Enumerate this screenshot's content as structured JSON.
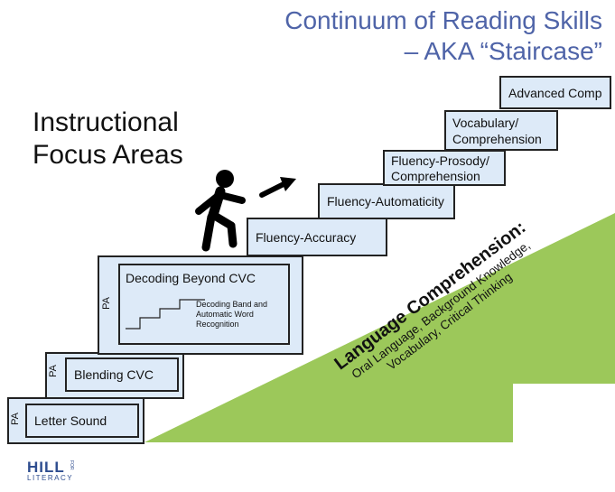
{
  "title": {
    "line1": "Continuum of Reading Skills",
    "line2": "– AKA “Staircase”"
  },
  "focus_label": {
    "line1": "Instructional",
    "line2": "Focus Areas"
  },
  "steps": {
    "letter_sound": "Letter Sound",
    "blending_cvc": "Blending CVC",
    "decoding_beyond_cvc": "Decoding Beyond CVC",
    "decoding_band_line1": "Decoding Band and",
    "decoding_band_line2": "Automatic Word",
    "decoding_band_line3": "Recognition",
    "fluency_accuracy": "Fluency-Accuracy",
    "fluency_automaticity": "Fluency-Automaticity",
    "fluency_prosody_line1": "Fluency-Prosody/",
    "fluency_prosody_line2": "Comprehension",
    "vocabulary_line1": "Vocabulary/",
    "vocabulary_line2": "Comprehension",
    "advanced_comp": "Advanced Comp"
  },
  "pa_label": "PA",
  "language": {
    "title": "Language Comprehension:",
    "line1": "Oral Language, Background Knowledge,",
    "line2": "Vocabulary, Critical Thinking"
  },
  "logo": {
    "main": "HILL",
    "for": "FOR",
    "sub": "LITERACY"
  },
  "colors": {
    "green": "#9cc85a",
    "box_fill": "#ddeaf8",
    "title_blue": "#4f64a8"
  }
}
